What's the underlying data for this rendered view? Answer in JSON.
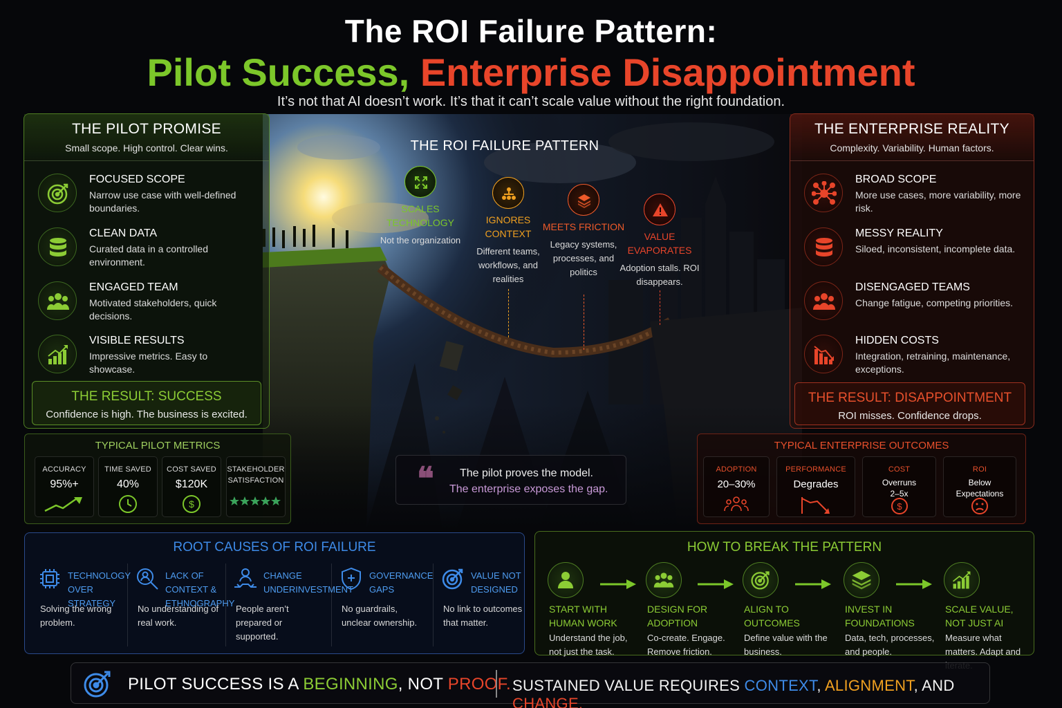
{
  "header": {
    "title_line1": "The ROI Failure Pattern:",
    "title_green": "Pilot Success,",
    "title_red": "Enterprise Disappointment",
    "subtitle": "It’s not that AI doesn’t work. It’s that it can’t scale value without the right foundation."
  },
  "pilot": {
    "title": "THE PILOT PROMISE",
    "subtitle": "Small scope. High control. Clear wins.",
    "items": [
      {
        "title": "FOCUSED SCOPE",
        "desc": "Narrow use case with well-defined boundaries.",
        "icon": "target-icon"
      },
      {
        "title": "CLEAN DATA",
        "desc": "Curated data in a controlled environment.",
        "icon": "database-icon"
      },
      {
        "title": "ENGAGED TEAM",
        "desc": "Motivated stakeholders, quick decisions.",
        "icon": "team-icon"
      },
      {
        "title": "VISIBLE RESULTS",
        "desc": "Impressive metrics. Easy to showcase.",
        "icon": "growth-chart-icon"
      }
    ],
    "result_title": "THE RESULT: SUCCESS",
    "result_desc": "Confidence is high. The business is excited."
  },
  "enterprise": {
    "title": "THE ENTERPRISE REALITY",
    "subtitle": "Complexity. Variability. Human factors.",
    "items": [
      {
        "title": "BROAD SCOPE",
        "desc": "More use cases, more variability, more risk.",
        "icon": "network-icon"
      },
      {
        "title": "MESSY REALITY",
        "desc": "Siloed, inconsistent, incomplete data.",
        "icon": "database-icon"
      },
      {
        "title": "DISENGAGED TEAMS",
        "desc": "Change fatigue, competing priorities.",
        "icon": "team-icon"
      },
      {
        "title": "HIDDEN COSTS",
        "desc": "Integration, retraining, maintenance, exceptions.",
        "icon": "declining-chart-icon"
      }
    ],
    "result_title": "THE RESULT: DISAPPOINTMENT",
    "result_desc": "ROI misses. Confidence drops."
  },
  "pattern": {
    "title": "THE ROI FAILURE PATTERN",
    "stages": [
      {
        "title": "SCALES TECHNOLOGY",
        "desc": "Not the organization",
        "color": "#7cc72a",
        "icon": "expand-icon"
      },
      {
        "title": "IGNORES CONTEXT",
        "desc": "Different teams, workflows, and realities",
        "color": "#f0a020",
        "icon": "hierarchy-icon"
      },
      {
        "title": "MEETS FRICTION",
        "desc": "Legacy systems, processes, and politics",
        "color": "#ee5a2a",
        "icon": "layers-icon"
      },
      {
        "title": "VALUE EVAPORATES",
        "desc": "Adoption stalls. ROI disappears.",
        "color": "#e8452a",
        "icon": "warning-icon"
      }
    ]
  },
  "metrics": {
    "title": "TYPICAL PILOT METRICS",
    "cards": [
      {
        "label": "ACCURACY",
        "value": "95%+",
        "icon": "trend-up-icon"
      },
      {
        "label": "TIME SAVED",
        "value": "40%",
        "icon": "clock-icon"
      },
      {
        "label": "COST SAVED",
        "value": "$120K",
        "icon": "dollar-icon"
      },
      {
        "label": "STAKEHOLDER SATISFACTION",
        "value": "",
        "rating": 5,
        "icon": "star-icon"
      }
    ]
  },
  "outcomes": {
    "title": "TYPICAL ENTERPRISE OUTCOMES",
    "cards": [
      {
        "label": "ADOPTION",
        "value": "20–30%",
        "icon": "people-icon"
      },
      {
        "label": "PERFORMANCE",
        "value": "Degrades",
        "icon": "trend-down-icon"
      },
      {
        "label": "COST",
        "value": "Overruns 2–5x",
        "icon": "dollar-icon"
      },
      {
        "label": "ROI",
        "value": "Below Expectations",
        "icon": "sad-face-icon"
      }
    ]
  },
  "quote": {
    "line1": "The pilot proves the model.",
    "line2": "The enterprise exposes the gap."
  },
  "root_causes": {
    "title": "ROOT CAUSES OF ROI FAILURE",
    "items": [
      {
        "title": "TECHNOLOGY OVER STRATEGY",
        "desc": "Solving the wrong problem.",
        "icon": "chip-icon"
      },
      {
        "title": "LACK OF CONTEXT & ETHNOGRAPHY",
        "desc": "No understanding of real work.",
        "icon": "search-person-icon"
      },
      {
        "title": "CHANGE UNDERINVESTMENT",
        "desc": "People aren’t prepared or supported.",
        "icon": "support-person-icon"
      },
      {
        "title": "GOVERNANCE GAPS",
        "desc": "No guardrails, unclear ownership.",
        "icon": "shield-icon"
      },
      {
        "title": "VALUE NOT DESIGNED",
        "desc": "No link to outcomes that matter.",
        "icon": "target-icon"
      }
    ]
  },
  "break_pattern": {
    "title": "HOW TO BREAK THE PATTERN",
    "steps": [
      {
        "title": "START WITH HUMAN WORK",
        "desc": "Understand the job, not just the task.",
        "icon": "person-icon"
      },
      {
        "title": "DESIGN FOR ADOPTION",
        "desc": "Co-create. Engage. Remove friction.",
        "icon": "team-icon"
      },
      {
        "title": "ALIGN TO OUTCOMES",
        "desc": "Define value with the business.",
        "icon": "target-icon"
      },
      {
        "title": "INVEST IN FOUNDATIONS",
        "desc": "Data, tech, processes, and people.",
        "icon": "layers-icon"
      },
      {
        "title": "SCALE VALUE, NOT JUST AI",
        "desc": "Measure what matters. Adapt and iterate.",
        "icon": "growth-chart-icon"
      }
    ]
  },
  "banner": {
    "p1": "PILOT SUCCESS IS A ",
    "p1_green": "BEGINNING",
    "p1_mid": ", NOT ",
    "p1_red": "PROOF.",
    "p2": "SUSTAINED VALUE REQUIRES ",
    "p2_blue": "CONTEXT",
    "p2_c1": ", ",
    "p2_orange": "ALIGNMENT",
    "p2_c2": ", AND ",
    "p2_red": "CHANGE."
  }
}
